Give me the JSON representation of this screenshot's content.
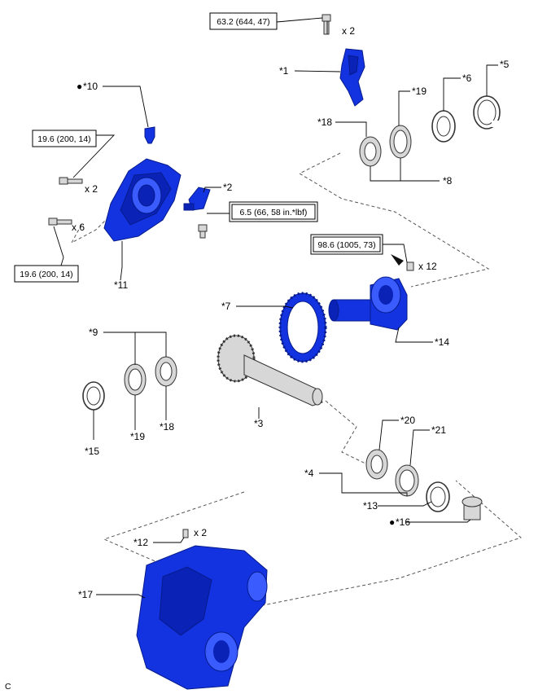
{
  "torque_specs": {
    "t1": "63.2 (644, 47)",
    "t2": "19.6 (200, 14)",
    "t3": "19.6 (200, 14)",
    "t4": "6.5 (66, 58 in.*lbf)",
    "t5": "98.6 (1005, 73)"
  },
  "quantities": {
    "q1": "x 2",
    "q2": "x 2",
    "q3": "x 6",
    "q4": "x 12",
    "q5": "x 2"
  },
  "callouts": {
    "c1": "*1",
    "c2": "*2",
    "c3": "*3",
    "c4": "*4",
    "c5": "*5",
    "c6": "*6",
    "c7": "*7",
    "c8": "*8",
    "c9": "*9",
    "c10": "*10",
    "c11": "*11",
    "c12": "*12",
    "c13": "*13",
    "c14": "*14",
    "c15": "*15",
    "c16": "*16",
    "c17": "*17",
    "c18a": "*18",
    "c18b": "*18",
    "c19a": "*19",
    "c19b": "*19",
    "c20": "*20",
    "c21": "*21"
  },
  "markers": {
    "dot10": "●",
    "dot16": "●"
  },
  "corner_code": "C"
}
